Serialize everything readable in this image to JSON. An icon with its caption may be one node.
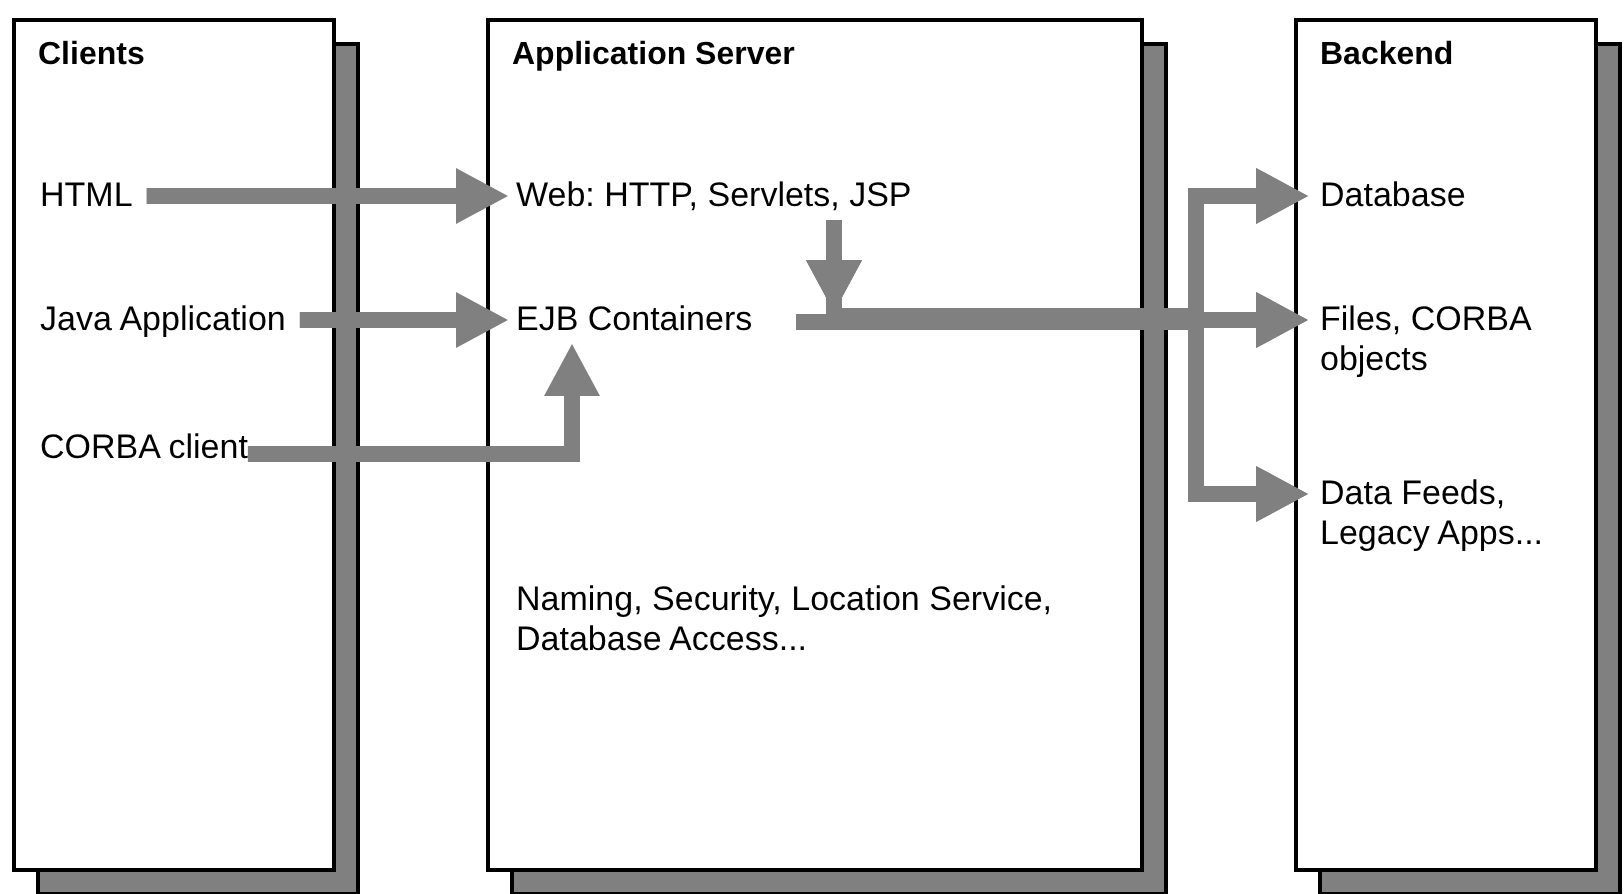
{
  "diagram": {
    "nodes": [
      {
        "text": [
          "Clients"
        ]
      },
      {
        "text": [
          "HTML"
        ],
        "in": 0
      },
      {
        "text": [
          "Java Application"
        ],
        "in": 0
      },
      {
        "text": [
          "CORBA client"
        ],
        "in": 0
      },
      {
        "text": [
          "Application Server"
        ]
      },
      {
        "text": [
          "Web: HTTP, Servlets, JSP"
        ],
        "in": 4
      },
      {
        "text": [
          "EJB Containers"
        ],
        "in": 4
      },
      {
        "text": [
          "Naming, Security, Location Service, Database Access..."
        ],
        "in": 4
      },
      {
        "text": [
          "Backend"
        ]
      },
      {
        "text": [
          "Database"
        ],
        "in": 8
      },
      {
        "text": [
          "Files, CORBA objects"
        ],
        "in": 8
      },
      {
        "text": [
          "Data Feeds, Legacy Apps..."
        ],
        "in": 8
      }
    ],
    "edges": [
      {
        "from": 1,
        "to": 5,
        "arrow": "to"
      },
      {
        "from": 2,
        "to": 6,
        "arrow": "to"
      },
      {
        "from": 3,
        "to": 6,
        "arrow": "to"
      },
      {
        "from": 5,
        "to": 9,
        "arrow": "to"
      },
      {
        "from": 5,
        "to": 10,
        "arrow": "to"
      },
      {
        "from": 5,
        "to": 11,
        "arrow": "to"
      },
      {
        "from": 6,
        "to": 9,
        "arrow": "to"
      },
      {
        "from": 6,
        "to": 10,
        "arrow": "to"
      },
      {
        "from": 6,
        "to": 11,
        "arrow": "to"
      }
    ]
  }
}
